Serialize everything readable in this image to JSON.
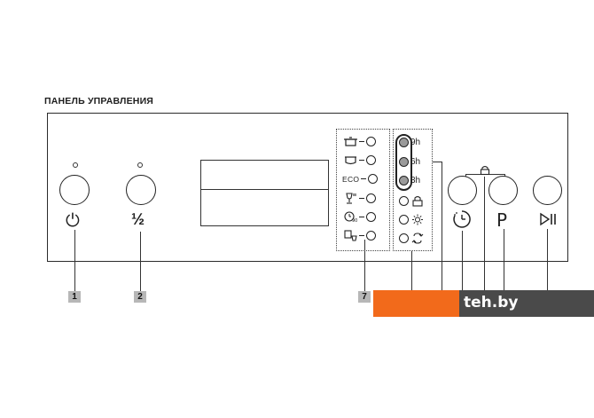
{
  "title": "ПАНЕЛЬ УПРАВЛЕНИЯ",
  "buttons": {
    "power_symbol": "⏻",
    "half_symbol": "½",
    "delay_symbol": "◷",
    "program_symbol": "P",
    "start_pause_symbol": "⏯"
  },
  "program_indicators": [
    {
      "icon": "pot-icon"
    },
    {
      "icon": "bowl-icon"
    },
    {
      "icon": "eco-label",
      "text": "ECO"
    },
    {
      "icon": "glass-icon"
    },
    {
      "icon": "quick-90-icon"
    },
    {
      "icon": "prewash-icon"
    }
  ],
  "delay_indicators": [
    {
      "label": "9h"
    },
    {
      "label": "6h"
    },
    {
      "label": "3h"
    }
  ],
  "status_indicators": [
    {
      "icon": "lock-icon"
    },
    {
      "icon": "rinse-aid-icon"
    },
    {
      "icon": "salt-icon"
    }
  ],
  "callouts": [
    "1",
    "2",
    "7"
  ],
  "brand": "teh.by",
  "colors": {
    "callout_bg": "#b7b7b7",
    "banner_orange": "#f26a1b",
    "banner_dark": "#4a4a4a"
  }
}
